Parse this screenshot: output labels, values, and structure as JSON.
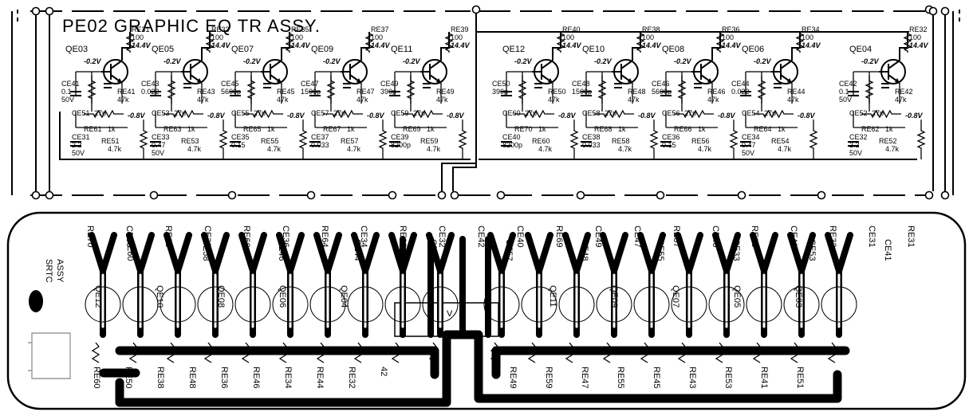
{
  "title": "PE02 GRAPHIC EQ TR ASSY.",
  "stages": [
    {
      "q": "QE03",
      "re_c": "RE31",
      "re_c_val": "100",
      "v_top": "14.4V",
      "v_base": "-0.2V",
      "ce_top": "CE41",
      "ce_top_v": "0.1",
      "ce_top_v2": "50V",
      "re_b": "RE41",
      "re_b_val": "47k",
      "ce_coup": "CE51",
      "ce_coup_val": "27p",
      "v_bot": "-0.8V",
      "re_f": "RE61",
      "re_f_val": "1k",
      "ce_bot": "CE31",
      "ce_bot_v": "2.2",
      "ce_bot_v2": "50V",
      "re_e": "RE51",
      "re_e_val": "4.7k"
    },
    {
      "q": "QE05",
      "re_c": "RE33",
      "re_c_val": "100",
      "v_top": "14.4V",
      "v_base": "-0.2V",
      "ce_top": "CE43",
      "ce_top_v": "0.022",
      "ce_top_v2": "",
      "re_b": "RE43",
      "re_b_val": "47k",
      "ce_coup": "CE53",
      "ce_coup_val": "27p",
      "v_bot": "-0.8V",
      "re_f": "RE63",
      "re_f_val": "1k",
      "ce_bot": "CE33",
      "ce_bot_v": "0.47",
      "ce_bot_v2": "50V",
      "re_e": "RE53",
      "re_e_val": "4.7k"
    },
    {
      "q": "QE07",
      "re_c": "RE35",
      "re_c_val": "100",
      "v_top": "14.4V",
      "v_base": "-0.2V",
      "ce_top": "CE45",
      "ce_top_v": "5600p",
      "ce_top_v2": "",
      "re_b": "RE45",
      "re_b_val": "47k",
      "ce_coup": "CE55",
      "ce_coup_val": "27p",
      "v_bot": "-0.8V",
      "re_f": "RE65",
      "re_f_val": "1k",
      "ce_bot": "CE35",
      "ce_bot_v": "0.15",
      "ce_bot_v2": "",
      "re_e": "RE55",
      "re_e_val": "4.7k"
    },
    {
      "q": "QE09",
      "re_c": "RE37",
      "re_c_val": "100",
      "v_top": "14.4V",
      "v_base": "-0.2V",
      "ce_top": "CE47",
      "ce_top_v": "1500p",
      "ce_top_v2": "",
      "re_b": "RE47",
      "re_b_val": "47k",
      "ce_coup": "CE57",
      "ce_coup_val": "27p",
      "v_bot": "-0.8V",
      "re_f": "RE67",
      "re_f_val": "1k",
      "ce_bot": "CE37",
      "ce_bot_v": "0.033",
      "ce_bot_v2": "",
      "re_e": "RE57",
      "re_e_val": "4.7k"
    },
    {
      "q": "QE11",
      "re_c": "RE39",
      "re_c_val": "100",
      "v_top": "14.4V",
      "v_base": "-0.2V",
      "ce_top": "CE49",
      "ce_top_v": "390p",
      "ce_top_v2": "",
      "re_b": "RE49",
      "re_b_val": "47k",
      "ce_coup": "CE59",
      "ce_coup_val": "27p",
      "v_bot": "-0.8V",
      "re_f": "RE69",
      "re_f_val": "1k",
      "ce_bot": "CE39",
      "ce_bot_v": "8200p",
      "ce_bot_v2": "",
      "re_e": "RE59",
      "re_e_val": "4.7k"
    },
    {
      "q": "QE12",
      "re_c": "RE40",
      "re_c_val": "100",
      "v_top": "14.4V",
      "v_base": "-0.2V",
      "ce_top": "CE50",
      "ce_top_v": "390p",
      "ce_top_v2": "",
      "re_b": "RE50",
      "re_b_val": "47k",
      "ce_coup": "CE60",
      "ce_coup_val": "27p",
      "v_bot": "-0.8V",
      "re_f": "RE70",
      "re_f_val": "1k",
      "ce_bot": "CE40",
      "ce_bot_v": "8200p",
      "ce_bot_v2": "",
      "re_e": "RE60",
      "re_e_val": "4.7k"
    },
    {
      "q": "QE10",
      "re_c": "RE38",
      "re_c_val": "100",
      "v_top": "14.4V",
      "v_base": "-0.2V",
      "ce_top": "CE48",
      "ce_top_v": "1500p",
      "ce_top_v2": "",
      "re_b": "RE48",
      "re_b_val": "47k",
      "ce_coup": "CE58",
      "ce_coup_val": "27p",
      "v_bot": "-0.8V",
      "re_f": "RE68",
      "re_f_val": "1k",
      "ce_bot": "CE38",
      "ce_bot_v": "0.033",
      "ce_bot_v2": "",
      "re_e": "RE58",
      "re_e_val": "4.7k"
    },
    {
      "q": "QE08",
      "re_c": "RE36",
      "re_c_val": "100",
      "v_top": "14.4V",
      "v_base": "-0.2V",
      "ce_top": "CE46",
      "ce_top_v": "5600p",
      "ce_top_v2": "",
      "re_b": "RE46",
      "re_b_val": "47k",
      "ce_coup": "CE56",
      "ce_coup_val": "27p",
      "v_bot": "-0.8V",
      "re_f": "RE66",
      "re_f_val": "1k",
      "ce_bot": "CE36",
      "ce_bot_v": "0.15",
      "ce_bot_v2": "",
      "re_e": "RE56",
      "re_e_val": "4.7k"
    },
    {
      "q": "QE06",
      "re_c": "RE34",
      "re_c_val": "100",
      "v_top": "14.4V",
      "v_base": "-0.2V",
      "ce_top": "CE44",
      "ce_top_v": "0.022",
      "ce_top_v2": "",
      "re_b": "RE44",
      "re_b_val": "47k",
      "ce_coup": "CE54",
      "ce_coup_val": "27p",
      "v_bot": "-0.8V",
      "re_f": "RE64",
      "re_f_val": "1k",
      "ce_bot": "CE34",
      "ce_bot_v": "0.47",
      "ce_bot_v2": "50V",
      "re_e": "RE54",
      "re_e_val": "4.7k"
    },
    {
      "q": "QE04",
      "re_c": "RE32",
      "re_c_val": "100",
      "v_top": "14.4V",
      "v_base": "-0.2V",
      "ce_top": "CE42",
      "ce_top_v": "0.1",
      "ce_top_v2": "50V",
      "re_b": "RE42",
      "re_b_val": "47k",
      "ce_coup": "CE52",
      "ce_coup_val": "27p",
      "v_bot": "-0.8V",
      "re_f": "RE62",
      "re_f_val": "1k",
      "ce_bot": "CE32",
      "ce_bot_v": "2.2",
      "ce_bot_v2": "50V",
      "re_e": "RE52",
      "re_e_val": "4.7k"
    }
  ],
  "pcb": {
    "board_text_1": "SRTC",
    "board_text_2": "ASSY",
    "center_label": "V",
    "top_labels": [
      "RE70",
      "CE50",
      "RE68",
      "CE38",
      "RE66",
      "CE36",
      "RE64",
      "CE34",
      "RE62",
      "CE32",
      "CE42",
      "CE40",
      "RE69",
      "CE49",
      "CE47",
      "RE37",
      "CE45",
      "RE35",
      "CE43",
      "RE33",
      "CE31",
      "RE31"
    ],
    "mid_labels": [
      "QE12",
      "QE10",
      "QE08",
      "QE06",
      "QE04",
      "QE11",
      "QE09",
      "QE07",
      "QE05",
      "QE03"
    ],
    "inner_labels": [
      "CE60",
      "CE58",
      "CE46",
      "CE44",
      "CE47",
      "CE57",
      "CE48",
      "CE55",
      "CE33",
      "CE53",
      "CE41"
    ],
    "bottom_labels": [
      "RE60",
      "RE50",
      "RE38",
      "RE48",
      "RE36",
      "RE46",
      "RE34",
      "RE44",
      "RE32",
      "42",
      "RE49",
      "RE59",
      "RE47",
      "RE55",
      "RE45",
      "RE43",
      "RE53",
      "RE41",
      "RE51"
    ]
  }
}
